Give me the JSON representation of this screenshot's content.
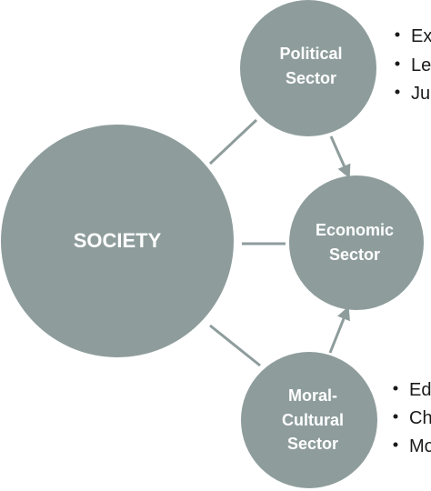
{
  "diagram": {
    "society": {
      "label": "SOCIETY"
    },
    "political": {
      "line1": "Political",
      "line2": "Sector"
    },
    "economic": {
      "line1": "Economic",
      "line2": "Sector"
    },
    "moral": {
      "line1": "Moral-",
      "line2": "Cultural",
      "line3": "Sector"
    },
    "political_bullets": [
      "Ex",
      "Le",
      "Ju"
    ],
    "moral_bullets": [
      "Ed",
      "Ch",
      "Mo"
    ],
    "colors": {
      "node_fill": "#8e9c9c",
      "connector": "#8e9c9c",
      "label_text": "#ffffff",
      "bullet_text": "#1a1a1a"
    }
  }
}
